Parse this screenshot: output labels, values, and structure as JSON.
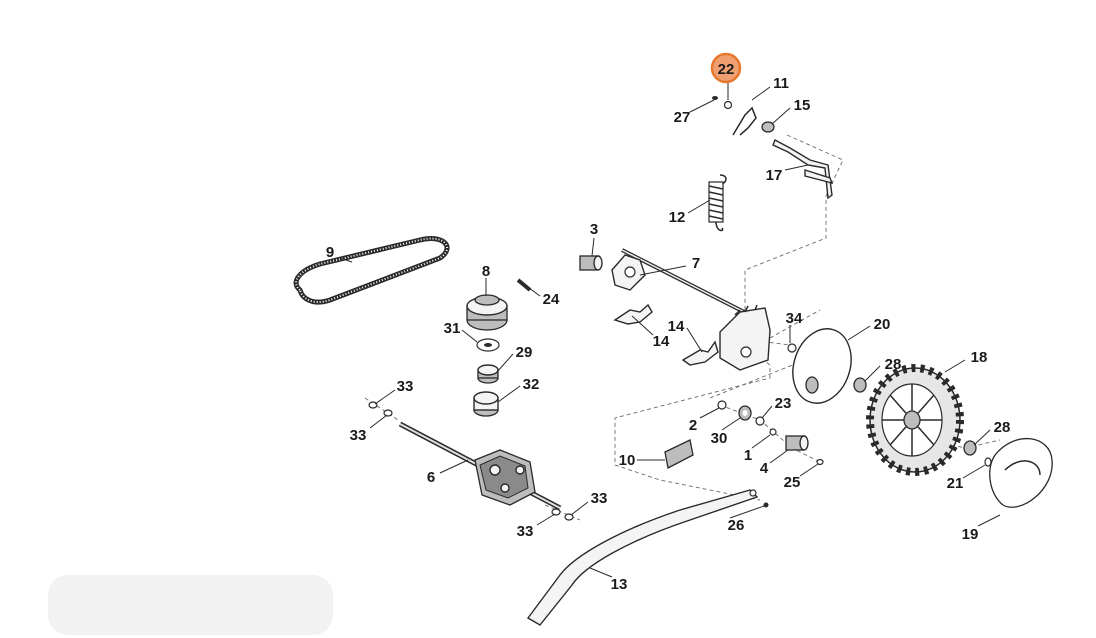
{
  "diagram": {
    "highlight_color": "#f0a070",
    "highlighted_callout": "22",
    "callouts": [
      {
        "id": "c1",
        "text": "1"
      },
      {
        "id": "c2",
        "text": "2"
      },
      {
        "id": "c3",
        "text": "3"
      },
      {
        "id": "c4",
        "text": "4"
      },
      {
        "id": "c6",
        "text": "6"
      },
      {
        "id": "c7",
        "text": "7"
      },
      {
        "id": "c8",
        "text": "8"
      },
      {
        "id": "c9",
        "text": "9"
      },
      {
        "id": "c10",
        "text": "10"
      },
      {
        "id": "c11",
        "text": "11"
      },
      {
        "id": "c12",
        "text": "12"
      },
      {
        "id": "c13",
        "text": "13"
      },
      {
        "id": "c14a",
        "text": "14"
      },
      {
        "id": "c14b",
        "text": "14"
      },
      {
        "id": "c15",
        "text": "15"
      },
      {
        "id": "c17",
        "text": "17"
      },
      {
        "id": "c18",
        "text": "18"
      },
      {
        "id": "c19",
        "text": "19"
      },
      {
        "id": "c20",
        "text": "20"
      },
      {
        "id": "c21",
        "text": "21"
      },
      {
        "id": "c22",
        "text": "22"
      },
      {
        "id": "c23",
        "text": "23"
      },
      {
        "id": "c24",
        "text": "24"
      },
      {
        "id": "c25",
        "text": "25"
      },
      {
        "id": "c26",
        "text": "26"
      },
      {
        "id": "c27",
        "text": "27"
      },
      {
        "id": "c28a",
        "text": "28"
      },
      {
        "id": "c28b",
        "text": "28"
      },
      {
        "id": "c29",
        "text": "29"
      },
      {
        "id": "c30",
        "text": "30"
      },
      {
        "id": "c31",
        "text": "31"
      },
      {
        "id": "c32",
        "text": "32"
      },
      {
        "id": "c33a",
        "text": "33"
      },
      {
        "id": "c33b",
        "text": "33"
      },
      {
        "id": "c33c",
        "text": "33"
      },
      {
        "id": "c33d",
        "text": "33"
      },
      {
        "id": "c34",
        "text": "34"
      }
    ]
  }
}
